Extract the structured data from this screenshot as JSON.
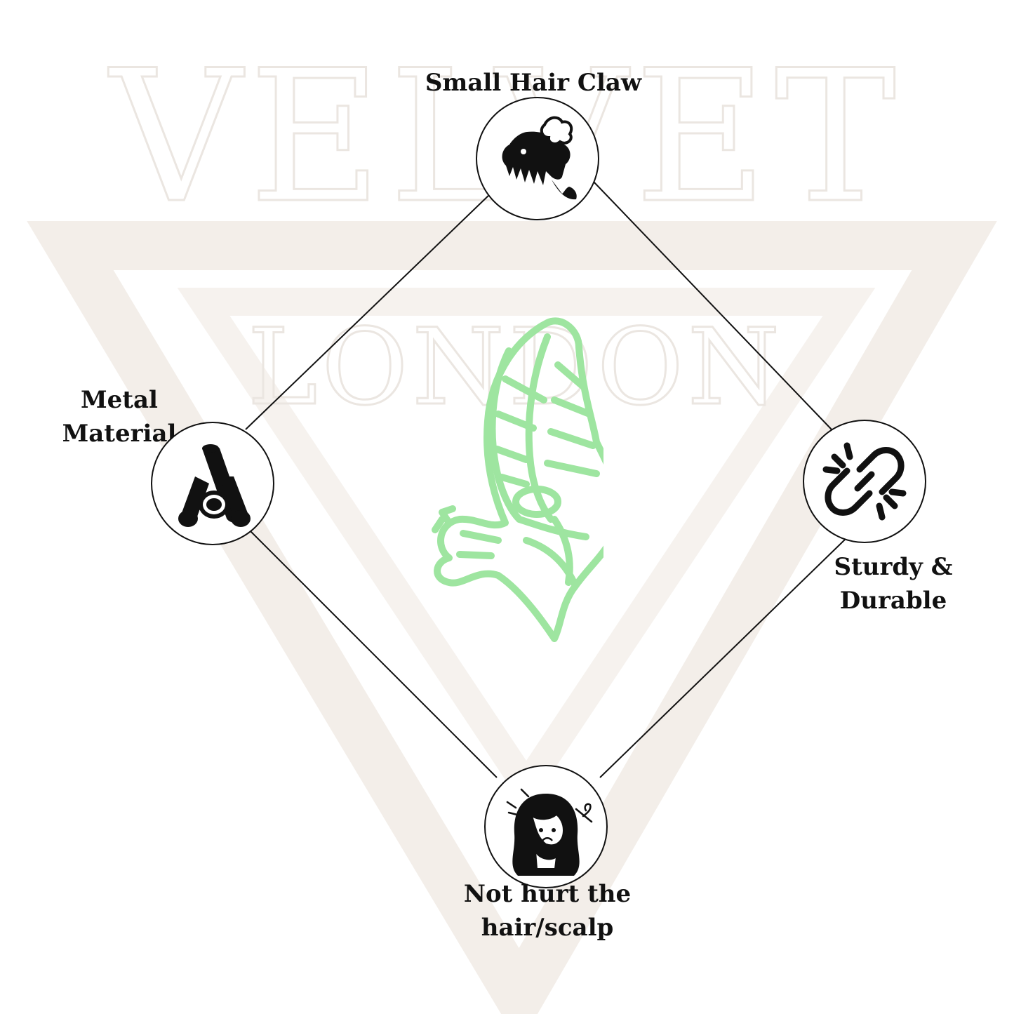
{
  "watermark": {
    "brand": "VELVET",
    "city": "LONDON"
  },
  "features": {
    "top": {
      "label_lines": [
        "Small Hair Claw"
      ],
      "icon": "hair-claw-icon"
    },
    "left": {
      "label_lines": [
        "Metal",
        "Material"
      ],
      "icon": "metal-pipes-icon"
    },
    "right": {
      "label_lines": [
        "Sturdy &",
        "Durable"
      ],
      "icon": "broken-chain-link-icon"
    },
    "bottom": {
      "label_lines": [
        "Not hurt the",
        "hair/scalp"
      ],
      "icon": "girl-hair-icon"
    }
  },
  "product": {
    "name": "butterfly-hair-claw",
    "color": "#9ee5a0"
  },
  "colors": {
    "line": "#111111",
    "watermark": "#f4f0ec",
    "watermark_outline": "#e8e2dc"
  }
}
